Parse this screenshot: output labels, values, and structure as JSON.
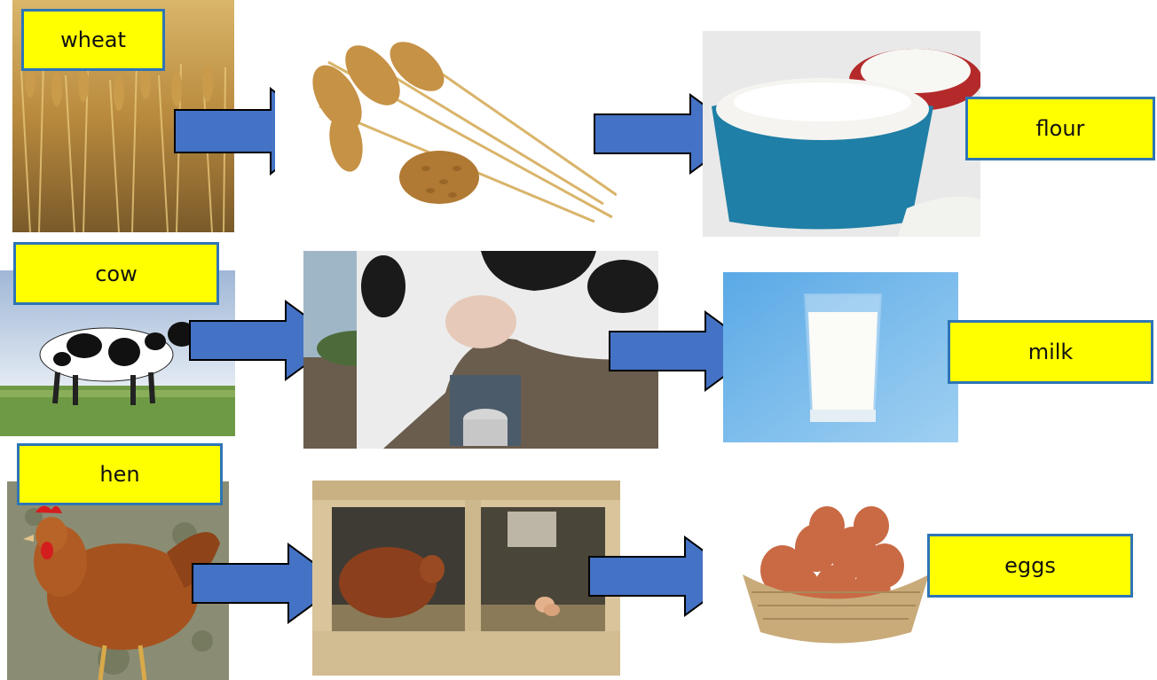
{
  "rows": [
    {
      "source": "wheat",
      "product": "flour"
    },
    {
      "source": "cow",
      "product": "milk"
    },
    {
      "source": "hen",
      "product": "eggs"
    }
  ],
  "colors": {
    "label_fill": "#ffff00",
    "label_border": "#2e75b6",
    "arrow_fill": "#4472c4",
    "arrow_stroke": "#000000"
  }
}
